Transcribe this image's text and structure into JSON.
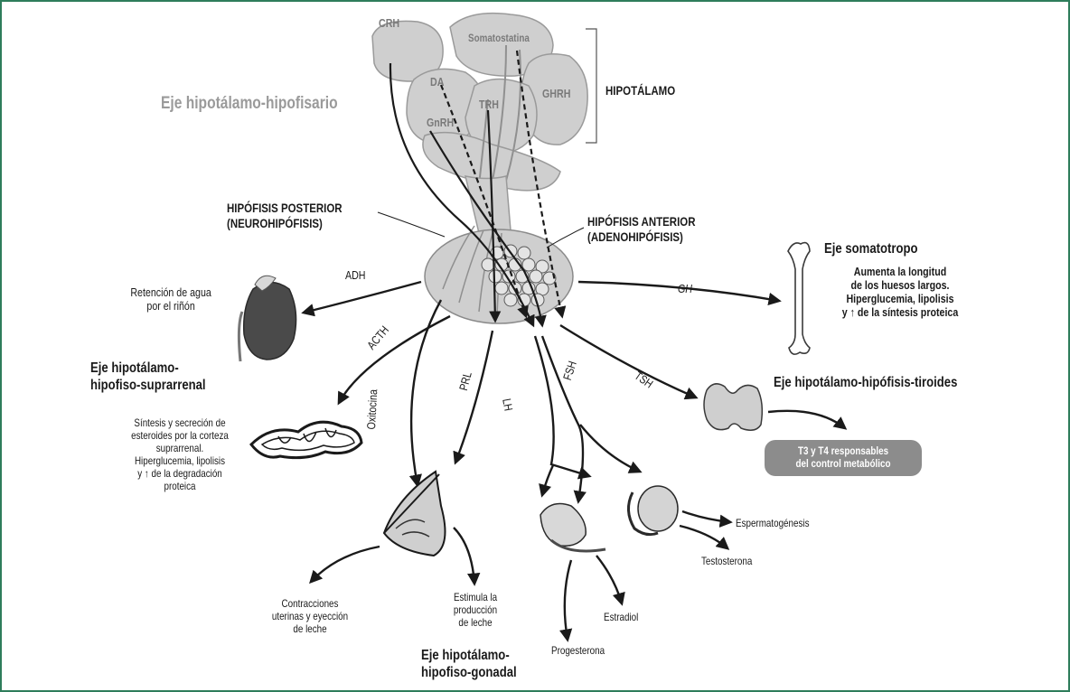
{
  "title": "Eje hipotálamo-hipofisario",
  "hypothalamus": {
    "label": "HIPOTÁLAMO",
    "hormones": [
      "CRH",
      "Somatostatina",
      "DA",
      "GHRH",
      "TRH",
      "GnRH"
    ]
  },
  "pituitary": {
    "posterior": "HIPÓFISIS POSTERIOR\n(NEUROHIPÓFISIS)",
    "anterior": "HIPÓFISIS ANTERIOR\n(ADENOHIPÓFISIS)"
  },
  "hormones": {
    "adh": "ADH",
    "acth": "ACTH",
    "oxitocina": "Oxitocina",
    "prl": "PRL",
    "lh": "LH",
    "fsh": "FSH",
    "tsh": "TSH",
    "gh": "GH"
  },
  "axes": {
    "somatotropo": "Eje somatotropo",
    "suprarrenal": "Eje hipotálamo-\nhipofiso-suprarrenal",
    "tiroides": "Eje hipotálamo-hipófisis-tiroides",
    "gonadal": "Eje hipotálamo-\nhipofiso-gonadal"
  },
  "effects": {
    "kidney": "Retención de agua\npor el riñón",
    "bone": "Aumenta la longitud\nde los huesos largos.\nHiperglucemia, lipolisis\ny ↑ de la síntesis proteica",
    "adrenal": "Síntesis y secreción de\nesteroides por la corteza\nsuprarrenal.\nHiperglucemia, lipolisis\ny ↑ de la degradación\nproteica",
    "thyroid_box": "T3 y T4 responsables\ndel control metabólico",
    "uterine": "Contracciones\nuterinas y eyección\nde leche",
    "milk": "Estimula la\nproducción\nde leche",
    "espermato": "Espermatogénesis",
    "testosterona": "Testosterona",
    "estradiol": "Estradiol",
    "progesterona": "Progesterona"
  },
  "colors": {
    "frame": "#2e7d5b",
    "tissue": "#cfcfcf",
    "arrow": "#1a1a1a",
    "thyroid_box": "#8c8c8c"
  }
}
